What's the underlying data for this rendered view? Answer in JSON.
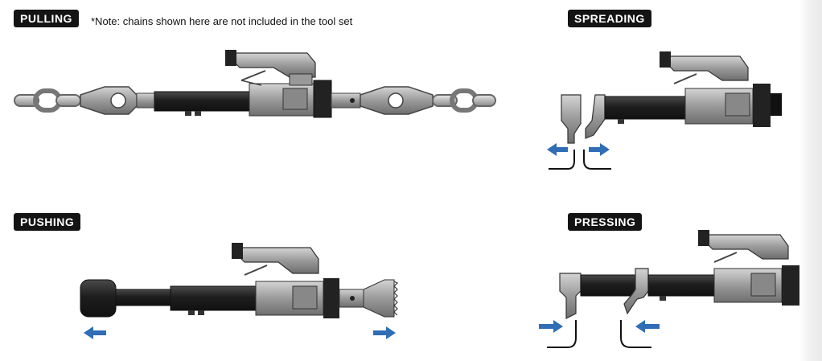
{
  "labels": {
    "pulling": "PULLING",
    "spreading": "SPREADING",
    "pushing": "PUSHING",
    "pressing": "PRESSING"
  },
  "note": "*Note: chains shown here are not included in the tool set",
  "colors": {
    "label_bg": "#141414",
    "cylinder": "#2a2a2a",
    "metal": "#a7a7a7",
    "arrow": "#2f6db5"
  },
  "icons": [
    "chain-icon",
    "cylinder-tool-icon",
    "arrow-left-icon",
    "arrow-right-icon"
  ]
}
